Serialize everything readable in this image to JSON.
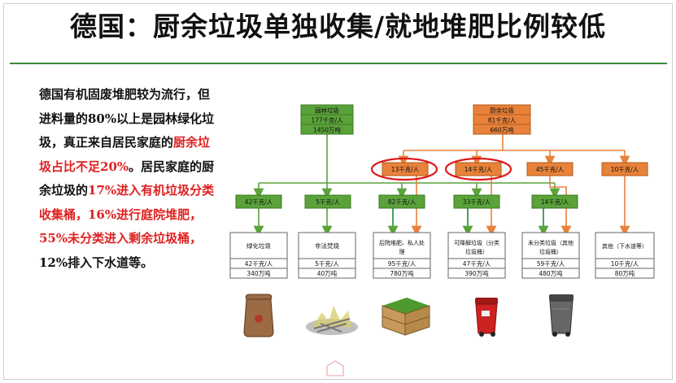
{
  "title": "德国：厨余垃圾单独收集/就地堆肥比例较低",
  "paragraph": [
    {
      "text": "德国有机固废堆肥较为流行，但进料量的80%以上是园林绿化垃圾，真正来自居民家庭的",
      "red": false
    },
    {
      "text": "厨余垃圾占比不足20%",
      "red": true
    },
    {
      "text": "。居民家庭的厨余垃圾的",
      "red": false
    },
    {
      "text": "17%进入有机垃圾分类收集桶，16%进行庭院堆肥，55%未分类进入剩余垃圾桶，",
      "red": true
    },
    {
      "text": "12%排入下水道等。",
      "red": false
    }
  ],
  "diagram": {
    "sources": [
      {
        "name": "园林垃圾",
        "per_capita": "177千克/人",
        "total": "1450万吨"
      },
      {
        "name": "厨余垃圾",
        "per_capita": "81千克/人",
        "total": "660万吨"
      }
    ],
    "kitchen_splits": [
      "13千克/人",
      "14千克/人",
      "45千克/人",
      "10千克/人"
    ],
    "flows": [
      "42千克/人",
      "5千克/人",
      "82千克/人",
      "33千克/人",
      "14千克/人"
    ],
    "destinations": [
      {
        "name": "绿化垃圾",
        "per_capita": "42千克/人",
        "total": "340万吨"
      },
      {
        "name": "非法焚烧",
        "per_capita": "5千克/人",
        "total": "40万吨"
      },
      {
        "name": "后院堆肥、私人处理",
        "per_capita": "95千克/人",
        "total": "780万吨"
      },
      {
        "name": "可降解垃圾（分类垃圾桶）",
        "per_capita": "47千克/人",
        "total": "390万吨"
      },
      {
        "name": "未分类垃圾（其他垃圾桶）",
        "per_capita": "59千克/人",
        "total": "480万吨"
      },
      {
        "name": "其他（下水道等）",
        "per_capita": "10千克/人",
        "total": "80万吨"
      }
    ],
    "images": [
      "sack-icon",
      "burning-icon",
      "compost-box-icon",
      "red-bin-icon",
      "gray-bin-icon"
    ],
    "colors": {
      "green": "#5aa33a",
      "orange": "#e8823a",
      "highlight": "#e01818"
    }
  }
}
